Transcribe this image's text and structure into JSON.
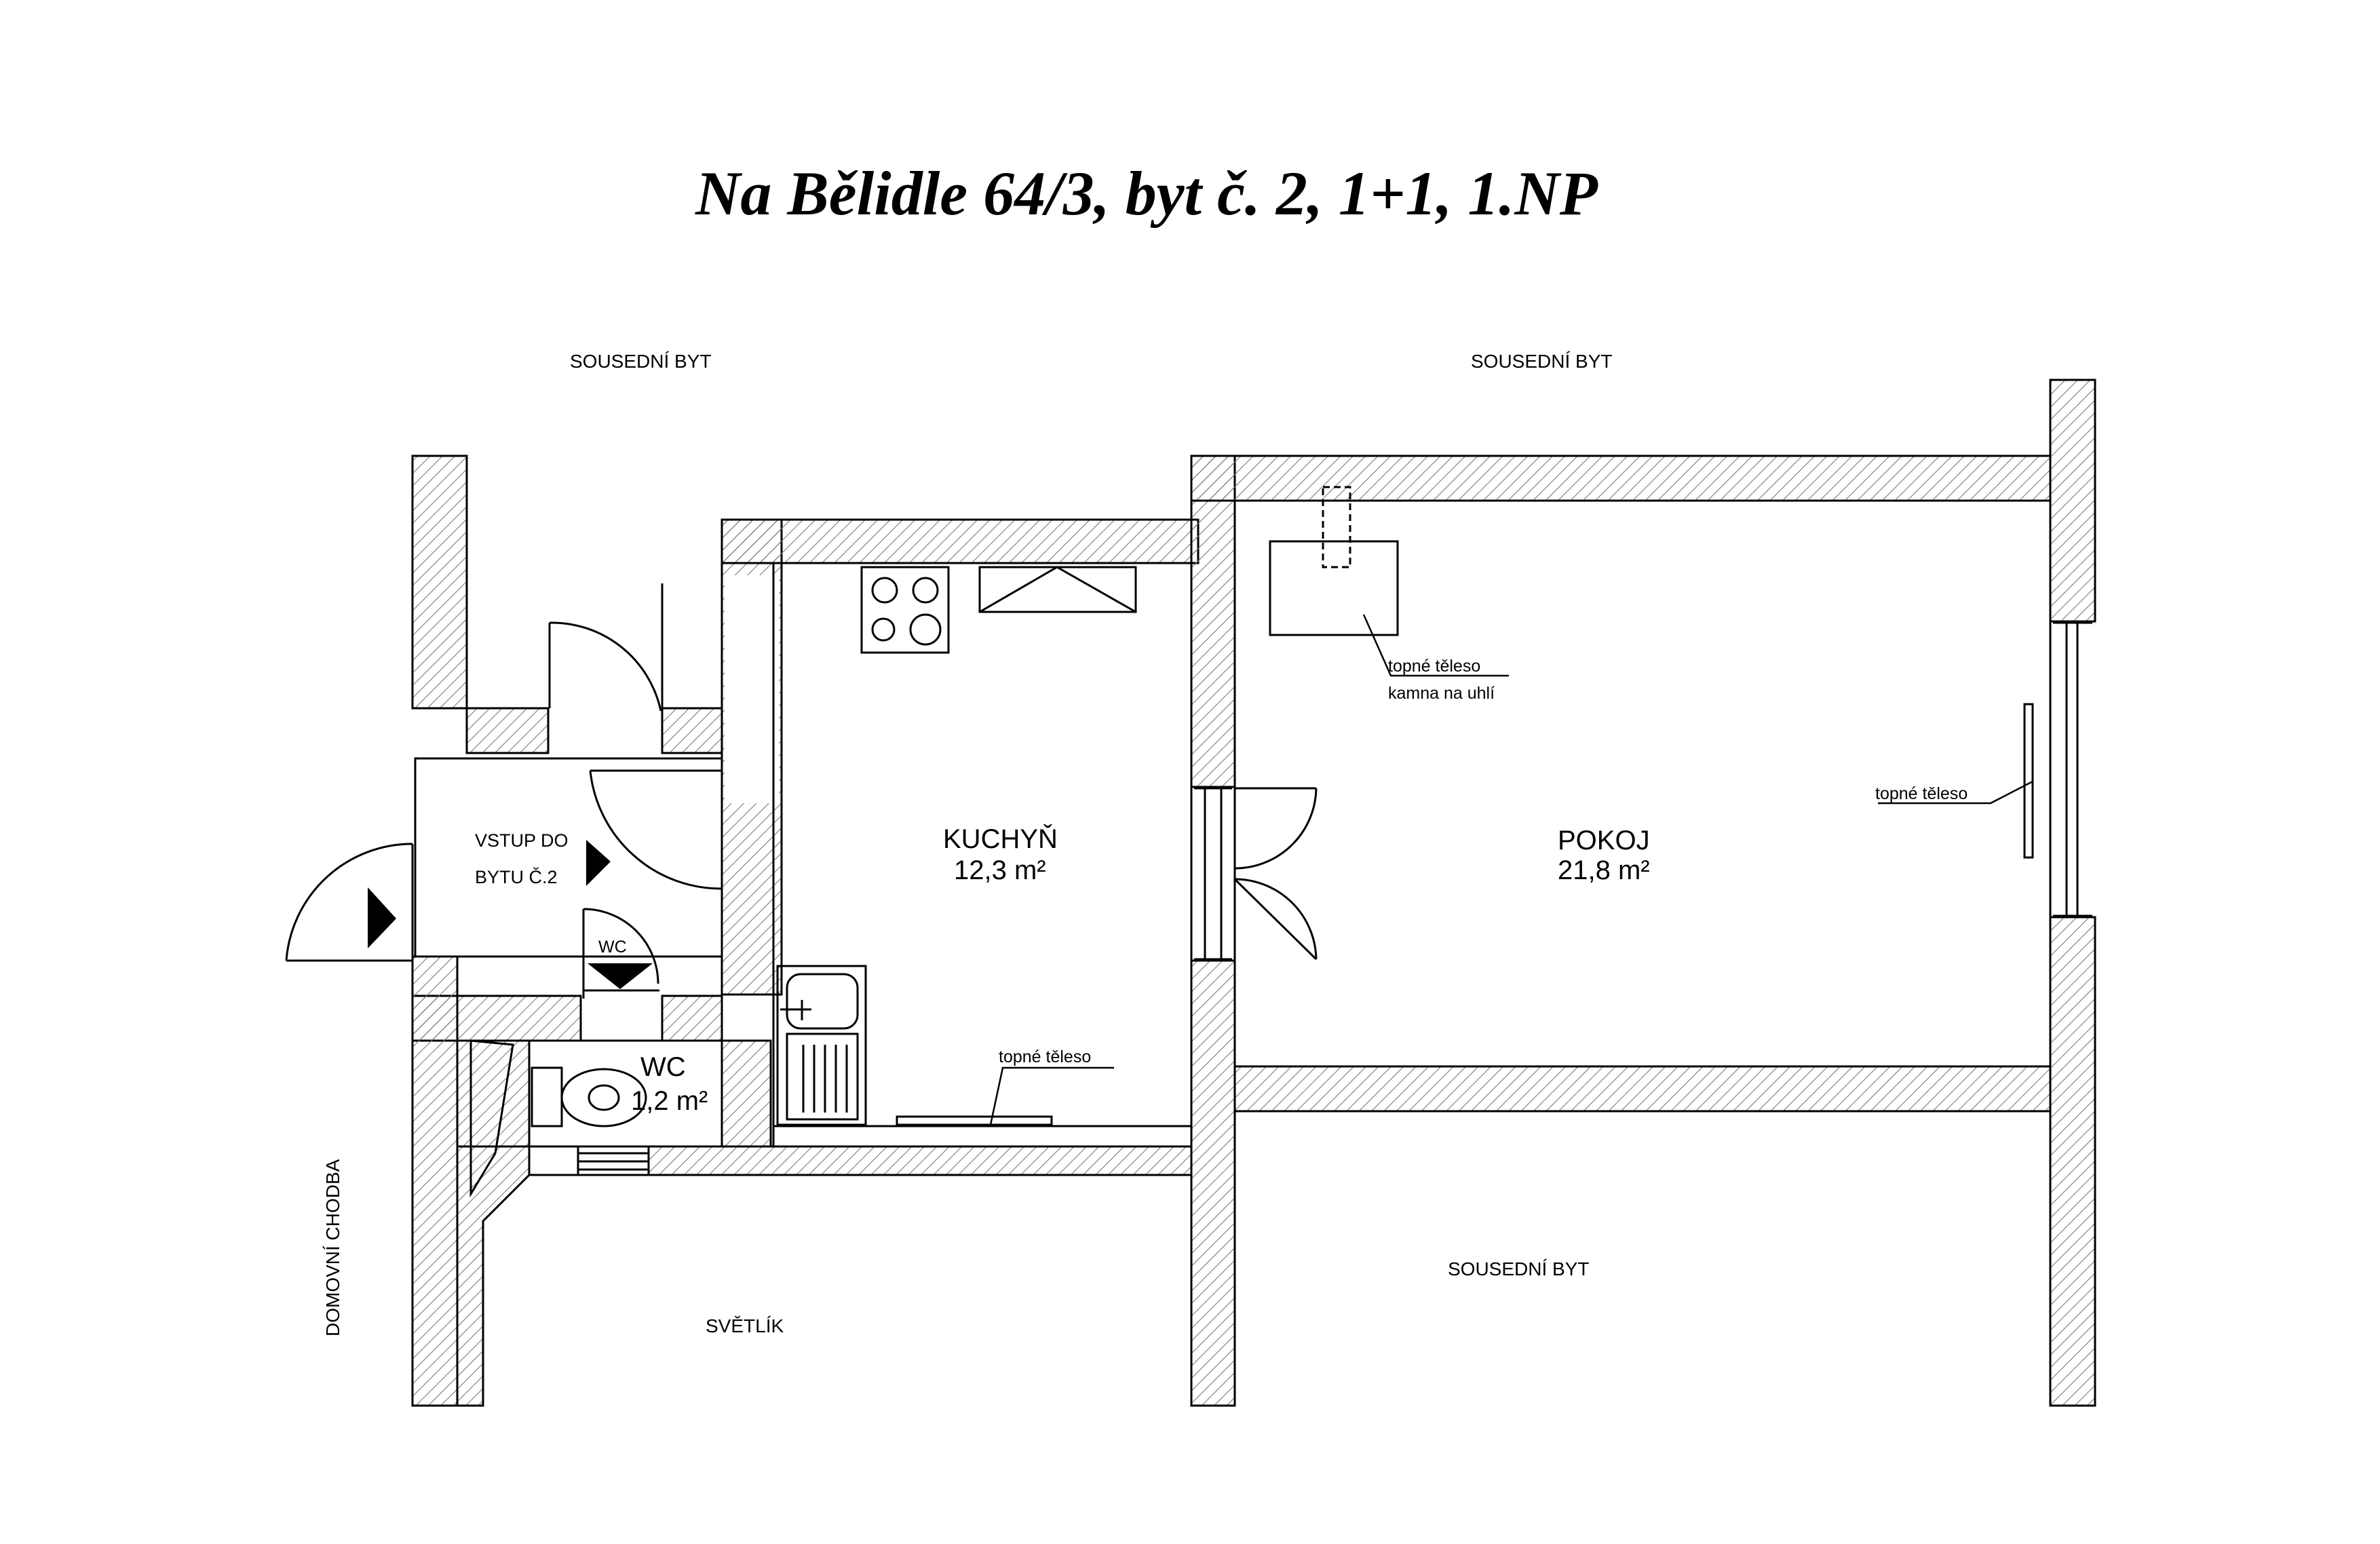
{
  "title": "Na Bělidle 64/3, byt č. 2, 1+1, 1.NP",
  "neighbors": {
    "top_left": "SOUSEDNÍ BYT",
    "top_right": "SOUSEDNÍ BYT",
    "bottom_right": "SOUSEDNÍ BYT",
    "corridor": "DOMOVNÍ CHODBA",
    "lightwell": "SVĚTLÍK"
  },
  "rooms": {
    "kitchen": {
      "name": "KUCHYŇ",
      "area": "12,3 m²"
    },
    "living": {
      "name": "POKOJ",
      "area": "21,8 m²"
    },
    "wc": {
      "name": "WC",
      "area": "1,2 m²"
    },
    "entrance": {
      "line1": "VSTUP DO",
      "line2": "BYTU Č.2"
    }
  },
  "labels": {
    "wc_door": "WC",
    "radiator_living": "topné těleso",
    "stove_line1": "topné těleso",
    "stove_line2": "kamna na uhlí",
    "radiator_kitchen": "topné těleso"
  },
  "colors": {
    "line": "#000000",
    "hatch": "#7a7a7a",
    "background": "#ffffff"
  }
}
